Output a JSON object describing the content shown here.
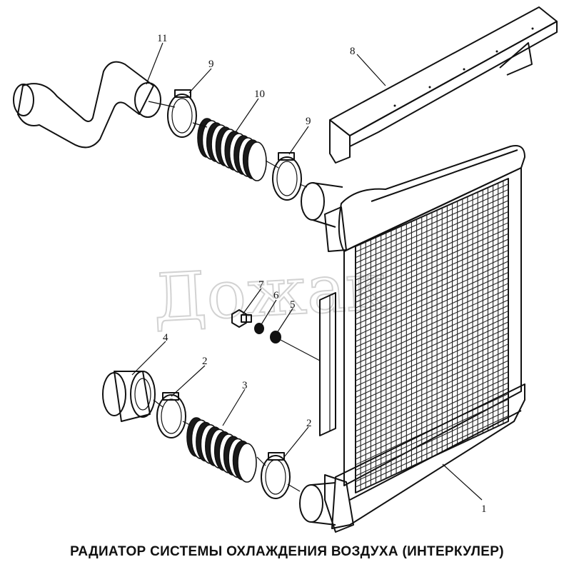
{
  "caption": "РАДИАТОР СИСТЕМЫ ОХЛАЖДЕНИЯ ВОЗДУХА (ИНТЕРКУЛЕР)",
  "watermark": "Дожак",
  "callouts": {
    "c1": "1",
    "c2a": "2",
    "c2b": "2",
    "c3": "3",
    "c4": "4",
    "c5": "5",
    "c6": "6",
    "c7": "7",
    "c8": "8",
    "c9a": "9",
    "c9b": "9",
    "c10": "10",
    "c11": "11"
  },
  "colors": {
    "ink": "#111111",
    "watermark": "#c8c8c8",
    "background": "#ffffff"
  }
}
